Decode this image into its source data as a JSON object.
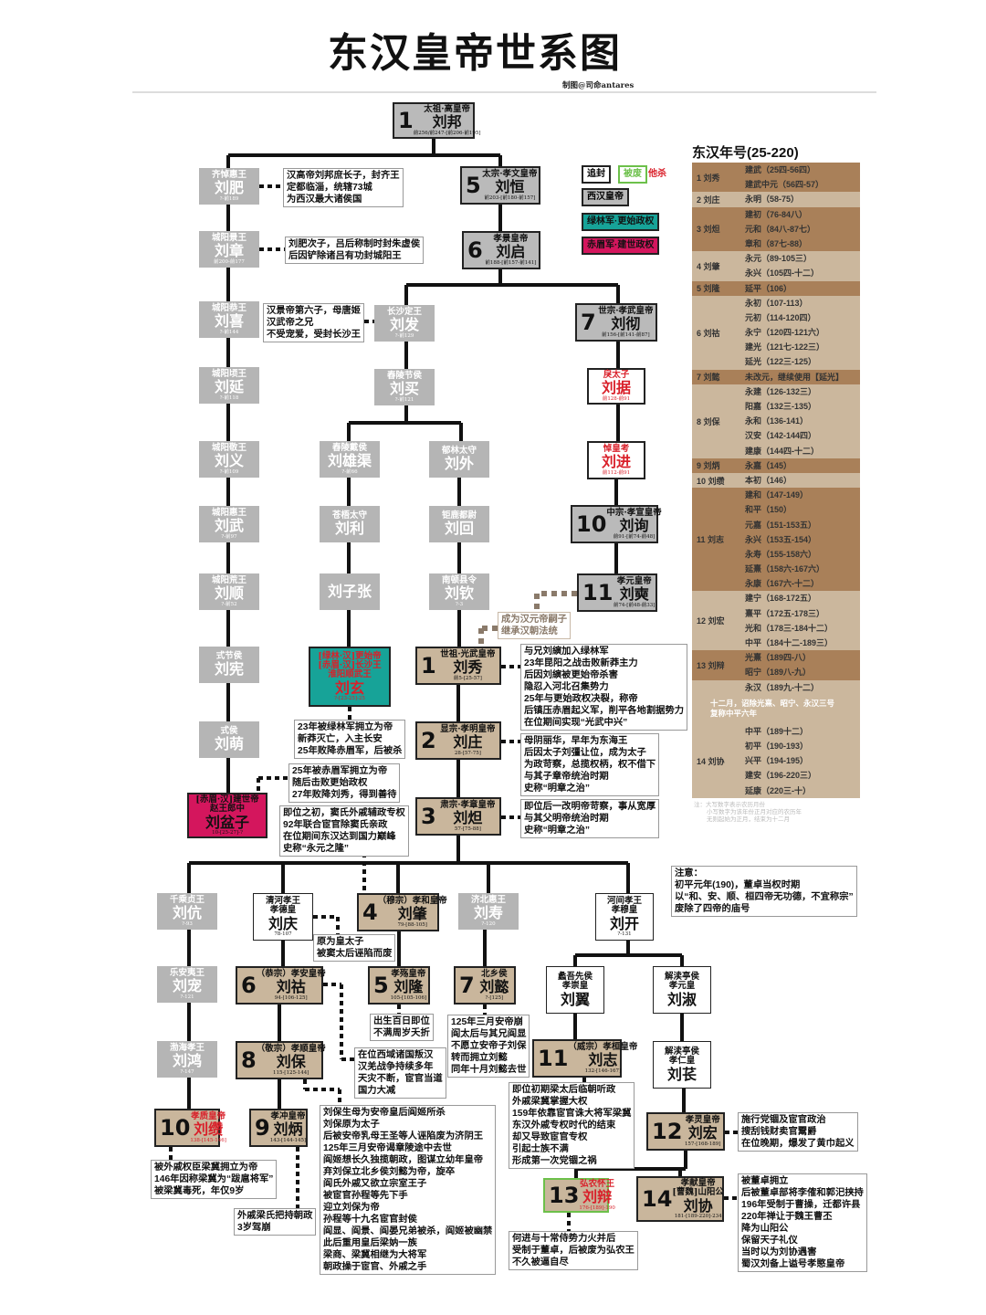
{
  "title": "东汉皇帝世系图",
  "credit": "制图@司命antares",
  "colors": {
    "west_han": "#bababa",
    "east_han": "#c9b69c",
    "lulin": "#17a398",
    "chimei": "#d4165d",
    "killed": "#d9202a",
    "deposed": "#6cc04a"
  },
  "legend": {
    "posthumous": "追封",
    "deposed": "被废",
    "killed": "他杀",
    "west_han": "西汉皇帝",
    "lulin": "绿林军·更始政权",
    "chimei": "赤眉军·建世政权"
  },
  "nodes": [
    {
      "id": "liubang",
      "type": "west",
      "num": "1",
      "title": [
        "太祖·高皇帝"
      ],
      "name": "刘邦",
      "dates": "前256/前247-[前206-前195]"
    },
    {
      "id": "liufei",
      "type": "minor",
      "title": [
        "齐悼惠王"
      ],
      "name": "刘肥",
      "dates": "?-前189"
    },
    {
      "id": "liuheng",
      "type": "west",
      "num": "5",
      "title": [
        "太宗·孝文皇帝"
      ],
      "name": "刘恒",
      "dates": "前203-[前180-前157]"
    },
    {
      "id": "liuzhang_cy",
      "type": "minor",
      "title": [
        "城阳景王"
      ],
      "name": "刘章",
      "dates": "前200-前177"
    },
    {
      "id": "liuqi",
      "type": "west",
      "num": "6",
      "title": [
        "孝景皇帝"
      ],
      "name": "刘启",
      "dates": "前188-[前157-前141]"
    },
    {
      "id": "liuxi",
      "type": "minor",
      "title": [
        "城阳恭王"
      ],
      "name": "刘喜",
      "dates": "?-前144"
    },
    {
      "id": "liufa",
      "type": "minor",
      "title": [
        "长沙定王"
      ],
      "name": "刘发",
      "dates": "?-前129"
    },
    {
      "id": "liuche",
      "type": "west",
      "num": "7",
      "title": [
        "世宗·孝武皇帝"
      ],
      "name": "刘彻",
      "dates": "前156-[前141-前87]"
    },
    {
      "id": "liuyan",
      "type": "minor",
      "title": [
        "城阳顷王"
      ],
      "name": "刘延",
      "dates": "?-前118"
    },
    {
      "id": "liumai",
      "type": "minor",
      "title": [
        "舂陵节侯"
      ],
      "name": "刘买",
      "dates": "?-前121"
    },
    {
      "id": "liuju",
      "type": "redpost",
      "title": [
        "戾太子"
      ],
      "name": "刘据",
      "dates": "前128-前91"
    },
    {
      "id": "liuyi",
      "type": "minor",
      "title": [
        "城阳敬王"
      ],
      "name": "刘义",
      "dates": "?-前109"
    },
    {
      "id": "liuxiongqu",
      "type": "minor",
      "title": [
        "舂陵戴侯"
      ],
      "name": "刘雄渠",
      "dates": "?-前66"
    },
    {
      "id": "liuwai",
      "type": "minor",
      "title": [
        "郁林太守"
      ],
      "name": "刘外",
      "dates": ""
    },
    {
      "id": "liujin",
      "type": "redpost",
      "title": [
        "悼皇考"
      ],
      "name": "刘进",
      "dates": "前112-前91"
    },
    {
      "id": "liuwu",
      "type": "minor",
      "title": [
        "城阳惠王"
      ],
      "name": "刘武",
      "dates": "?-前97"
    },
    {
      "id": "liuli",
      "type": "minor",
      "title": [
        "苍梧太守"
      ],
      "name": "刘利",
      "dates": ""
    },
    {
      "id": "liuhui",
      "type": "minor",
      "title": [
        "钜鹿都尉"
      ],
      "name": "刘回",
      "dates": ""
    },
    {
      "id": "liuxun",
      "type": "west",
      "num": "10",
      "title": [
        "中宗·孝宣皇帝"
      ],
      "name": "刘询",
      "dates": "前91-[前74-前48]"
    },
    {
      "id": "liushun",
      "type": "minor",
      "title": [
        "城阳荒王"
      ],
      "name": "刘顺",
      "dates": "?-前52"
    },
    {
      "id": "liuzizhang",
      "type": "minor",
      "title": [],
      "name": "刘子张",
      "dates": ""
    },
    {
      "id": "liuqin",
      "type": "minor",
      "title": [
        "南顿县令"
      ],
      "name": "刘钦",
      "dates": "?-3"
    },
    {
      "id": "liushi",
      "type": "west",
      "num": "11",
      "title": [
        "孝元皇帝"
      ],
      "name": "刘奭",
      "dates": "前74-[前48-前33]"
    },
    {
      "id": "liuxian",
      "type": "minor",
      "title": [
        "式节侯"
      ],
      "name": "刘宪",
      "dates": ""
    },
    {
      "id": "liuxuan",
      "type": "teal",
      "title": [
        "[绿林·汉]更始帝",
        "[赤眉·汉]长沙王",
        "淮阳顺武王"
      ],
      "name": "刘玄",
      "dates": "?-[23-25]-25"
    },
    {
      "id": "liuxiu",
      "type": "east",
      "num": "1",
      "title": [
        "世祖·光武皇帝"
      ],
      "name": "刘秀",
      "dates": "前5-[25-57]"
    },
    {
      "id": "liumeng",
      "type": "minor",
      "title": [
        "式侯"
      ],
      "name": "刘萌",
      "dates": ""
    },
    {
      "id": "liuzhuang",
      "type": "east",
      "num": "2",
      "title": [
        "显宗·孝明皇帝"
      ],
      "name": "刘庄",
      "dates": "28-[57-75]"
    },
    {
      "id": "liupenzi",
      "type": "magenta",
      "title": [
        "[赤眉·汉]建世帝",
        "赵王郎中"
      ],
      "name": "刘盆子",
      "dates": "10-[25-27]-?"
    },
    {
      "id": "liuda",
      "type": "east",
      "num": "3",
      "title": [
        "肃宗·孝章皇帝"
      ],
      "name": "刘炟",
      "dates": "57-[75-88]"
    },
    {
      "id": "liukang",
      "type": "minor",
      "title": [
        "千乘贞王"
      ],
      "name": "刘伉",
      "dates": "?-93"
    },
    {
      "id": "liuqing",
      "type": "posthum",
      "title": [
        "清河孝王",
        "孝德皇"
      ],
      "name": "刘庆",
      "dates": "78-107"
    },
    {
      "id": "liuzhao",
      "type": "east",
      "num": "4",
      "title": [
        "（穆宗）孝和皇帝"
      ],
      "name": "刘肇",
      "dates": "79-[88-105]"
    },
    {
      "id": "liushou",
      "type": "minor",
      "title": [
        "济北惠王"
      ],
      "name": "刘寿",
      "dates": "?-120"
    },
    {
      "id": "liukai",
      "type": "posthum",
      "title": [
        "河间孝王",
        "孝穆皇"
      ],
      "name": "刘开",
      "dates": "?-131"
    },
    {
      "id": "liuchong",
      "type": "minor",
      "title": [
        "乐安夷王"
      ],
      "name": "刘宠",
      "dates": "?-121"
    },
    {
      "id": "liuhu",
      "type": "east",
      "num": "6",
      "title": [
        "（恭宗）孝安皇帝"
      ],
      "name": "刘祜",
      "dates": "94-[106-125]"
    },
    {
      "id": "liulong",
      "type": "east",
      "num": "5",
      "title": [
        "孝殇皇帝"
      ],
      "name": "刘隆",
      "dates": "105-[105-106]"
    },
    {
      "id": "liuyi2",
      "type": "east",
      "num": "7",
      "title": [
        "北乡侯"
      ],
      "name": "刘懿",
      "dates": "?-[125]"
    },
    {
      "id": "liuyi3",
      "type": "posthum",
      "title": [
        "蠡吾先侯",
        "孝崇皇"
      ],
      "name": "刘翼",
      "dates": ""
    },
    {
      "id": "liushu",
      "type": "posthum",
      "title": [
        "解渎亭侯",
        "孝元皇"
      ],
      "name": "刘淑",
      "dates": ""
    },
    {
      "id": "liuhong_bh",
      "type": "minor",
      "title": [
        "渤海孝王"
      ],
      "name": "刘鸿",
      "dates": "?-147"
    },
    {
      "id": "liubao",
      "type": "east",
      "num": "8",
      "title": [
        "（敬宗）孝顺皇帝"
      ],
      "name": "刘保",
      "dates": "115-[125-144]"
    },
    {
      "id": "liuzhi",
      "type": "east",
      "num": "11",
      "title": [
        "（威宗）孝桓皇帝"
      ],
      "name": "刘志",
      "dates": "132-[146-167]"
    },
    {
      "id": "liuchang",
      "type": "posthum",
      "title": [
        "解渎亭侯",
        "孝仁皇"
      ],
      "name": "刘苌",
      "dates": ""
    },
    {
      "id": "liuzuan",
      "type": "eastred",
      "num": "10",
      "title": [
        "孝质皇帝"
      ],
      "name": "刘缵",
      "dates": "138-[145-146]"
    },
    {
      "id": "liubing",
      "type": "east",
      "num": "9",
      "title": [
        "孝冲皇帝"
      ],
      "name": "刘炳",
      "dates": "143-[144-145]"
    },
    {
      "id": "liuhong",
      "type": "east",
      "num": "12",
      "title": [
        "孝灵皇帝"
      ],
      "name": "刘宏",
      "dates": "157-[168-189]"
    },
    {
      "id": "liubian",
      "type": "eastgreen",
      "num": "13",
      "title": [
        "弘农怀王"
      ],
      "name": "刘辩",
      "dates": "176-[189]-190"
    },
    {
      "id": "liuxie",
      "type": "east",
      "num": "14",
      "title": [
        "孝献皇帝",
        "[曹魏]山阳公"
      ],
      "name": "刘协",
      "dates": "181-[189-220]-234"
    }
  ],
  "notes": [
    {
      "id": "n_fei",
      "lines": [
        "汉高帝刘邦庶长子，封齐王",
        "定都临淄，统辖73城",
        "为西汉最大诸侯国"
      ]
    },
    {
      "id": "n_zhang",
      "lines": [
        "刘肥次子，吕后称制时封朱虚侯",
        "后因铲除诸吕有功封城阳王"
      ]
    },
    {
      "id": "n_fa",
      "lines": [
        "汉景帝第六子，母唐姬",
        "汉武帝之兄",
        "不受宠爱，受封长沙王"
      ]
    },
    {
      "id": "n_yuan",
      "style": "brown",
      "lines": [
        "成为汉元帝嗣子",
        "继承汉朝法统"
      ]
    },
    {
      "id": "n_xiu",
      "lines": [
        "与兄刘縯加入绿林军",
        "23年昆阳之战击败新莽主力",
        "后因刘縯被更始帝杀害",
        "隐忍入河北召集势力",
        "25年与更始政权决裂，称帝",
        "后镇压赤眉起义军，削平各地割据势力",
        "在位期间实现“光武中兴”"
      ]
    },
    {
      "id": "n_xuan",
      "lines": [
        "23年被绿林军拥立为帝",
        "新莽灭亡，入主长安",
        "25年败降赤眉军，后被杀"
      ]
    },
    {
      "id": "n_zhuang",
      "lines": [
        "母阴丽华，早年为东海王",
        "后因太子刘彊让位，成为太子",
        "为政苛察，总揽权柄，权不借下",
        "与其子章帝统治时期",
        "史称“明章之治”"
      ]
    },
    {
      "id": "n_penzi",
      "lines": [
        "25年被赤眉军拥立为帝",
        "随后击败更始政权",
        "27年败降刘秀，得到善待"
      ]
    },
    {
      "id": "n_da",
      "lines": [
        "即位后一改明帝苛察，事从宽厚",
        "与其父明帝统治时期",
        "史称“明章之治”"
      ]
    },
    {
      "id": "n_zhao",
      "lines": [
        "即位之初，窦氏外戚辅政专权",
        "92年联合宦官除窦氏亲政",
        "在位期间东汉达到国力巅峰",
        "史称“永元之隆”"
      ]
    },
    {
      "id": "n_qing",
      "lines": [
        "原为皇太子",
        "被窦太后诬陷而废"
      ]
    },
    {
      "id": "n_attention",
      "lines": [
        "注意：",
        "初平元年(190)，董卓当权时期",
        "以“和、安、顺、桓四帝无功德，不宜称宗”",
        "废除了四帝的庙号"
      ]
    },
    {
      "id": "n_long",
      "lines": [
        "出生百日即位",
        "不满周岁夭折"
      ]
    },
    {
      "id": "n_yi",
      "lines": [
        "125年三月安帝崩",
        "阎太后与其兄阎显",
        "不愿立安帝子刘保",
        "转而拥立刘懿",
        "同年十月刘懿去世"
      ]
    },
    {
      "id": "n_hu",
      "lines": [
        "在位西域诸国叛汉",
        "汉羌战争持续多年",
        "天灾不断，宦官当道",
        "国力大减"
      ]
    },
    {
      "id": "n_zhi",
      "lines": [
        "即位初期梁太后临朝听政",
        "外戚梁冀掌握大权",
        "159年依靠宦官诛大将军梁冀",
        "东汉外戚专权时代的结束",
        "却又导致宦官专权",
        "引起士族不满",
        "形成第一次党锢之祸"
      ]
    },
    {
      "id": "n_bao",
      "lines": [
        "刘保生母为安帝皇后阎姬所杀",
        "刘保原为太子",
        "后被安帝乳母王圣等人诬陷废为济阴王",
        "125年三月安帝谒章陵途中去世",
        "阎姬想长久独揽朝政，图谋立幼年皇帝",
        "弃刘保立北乡侯刘懿为帝，旋卒",
        "阎氏外戚又欲立宗室王子",
        "被宦官孙程等先下手",
        "迎立刘保为帝",
        "孙程等十九名宦官封侯",
        "阎显、阎景、阎晏兄弟被杀，阎姬被幽禁",
        "此后重用皇后梁妠一族",
        "梁商、梁冀相继为大将军",
        "朝政操于宦官、外戚之手"
      ]
    },
    {
      "id": "n_hong",
      "lines": [
        "施行党锢及宦官政治",
        "搜刮钱财卖官鬻爵",
        "在位晚期，爆发了黄巾起义"
      ]
    },
    {
      "id": "n_zuan",
      "lines": [
        "被外戚权臣梁冀拥立为帝",
        "146年因称梁冀为“跋扈将军”",
        "被梁冀毒死，年仅9岁"
      ]
    },
    {
      "id": "n_bing",
      "lines": [
        "外戚梁氏把持朝政",
        "3岁驾崩"
      ]
    },
    {
      "id": "n_bian",
      "lines": [
        "何进与十常侍势力火并后",
        "受制于董卓，后被废为弘农王",
        "不久被逼自尽"
      ]
    },
    {
      "id": "n_xie",
      "lines": [
        "被董卓拥立",
        "后被董卓部将李傕和郭汜挟持",
        "196年受制于曹操，迁都许县",
        "220年禅让于魏王曹丕",
        "降为山阳公",
        "保留天子礼仪",
        "当时以为刘协遇害",
        "蜀汉刘备上谥号孝愍皇帝"
      ]
    }
  ],
  "era_table": {
    "title": "东汉年号(25-220)",
    "groups": [
      {
        "emperor": "1 刘秀",
        "eras": [
          "建武（25四-56四）",
          "建武中元（56四-57）"
        ]
      },
      {
        "emperor": "2 刘庄",
        "eras": [
          "永明（58-75）"
        ]
      },
      {
        "emperor": "3 刘炟",
        "eras": [
          "建初（76-84八）",
          "元和（84八-87七）",
          "章和（87七-88）"
        ]
      },
      {
        "emperor": "4 刘肇",
        "eras": [
          "永元（89-105三）",
          "永兴（105四-十二）"
        ]
      },
      {
        "emperor": "5 刘隆",
        "eras": [
          "延平（106）"
        ]
      },
      {
        "emperor": "6 刘祜",
        "eras": [
          "永初（107-113）",
          "元初（114-120四）",
          "永宁（120四-121六）",
          "建光（121七-122三）",
          "延光（122三-125）"
        ]
      },
      {
        "emperor": "7 刘懿",
        "eras": [
          "未改元，继续使用【延光】"
        ]
      },
      {
        "emperor": "8 刘保",
        "eras": [
          "永建（126-132三）",
          "阳嘉（132三-135）",
          "永和（136-141）",
          "汉安（142-144四）",
          "建康（144四-十二）"
        ]
      },
      {
        "emperor": "9 刘炳",
        "eras": [
          "永嘉（145）"
        ]
      },
      {
        "emperor": "10 刘缵",
        "eras": [
          "本初（146）"
        ]
      },
      {
        "emperor": "11 刘志",
        "eras": [
          "建和（147-149）",
          "和平（150）",
          "元嘉（151-153五）",
          "永兴（153五-154）",
          "永寿（155-158六）",
          "延熹（158六-167六）",
          "永康（167六-十二）"
        ]
      },
      {
        "emperor": "12 刘宏",
        "eras": [
          "建宁（168-172五）",
          "熹平（172五-178三）",
          "光和（178三-184十二）",
          "中平（184十二-189三）"
        ]
      },
      {
        "emperor": "13 刘辩",
        "eras": [
          "光熹（189四-八）",
          "昭宁（189八-九）"
        ]
      },
      {
        "emperor": "14 刘协",
        "eras_before": [
          "永汉（189九-十二）"
        ],
        "note": [
          "十二月，诏除光熹、昭宁、永汉三号",
          "复称中平六年"
        ],
        "eras": [
          "中平（189十二）",
          "初平（190-193）",
          "兴平（194-195）",
          "建安（196-220三）",
          "延康（220三-十）"
        ]
      }
    ],
    "footnote": [
      "注：大写数字表示农历月份",
      "小写数字为该年份正月对应的农历年",
      "无则起始为正月，结束为十二月"
    ]
  }
}
